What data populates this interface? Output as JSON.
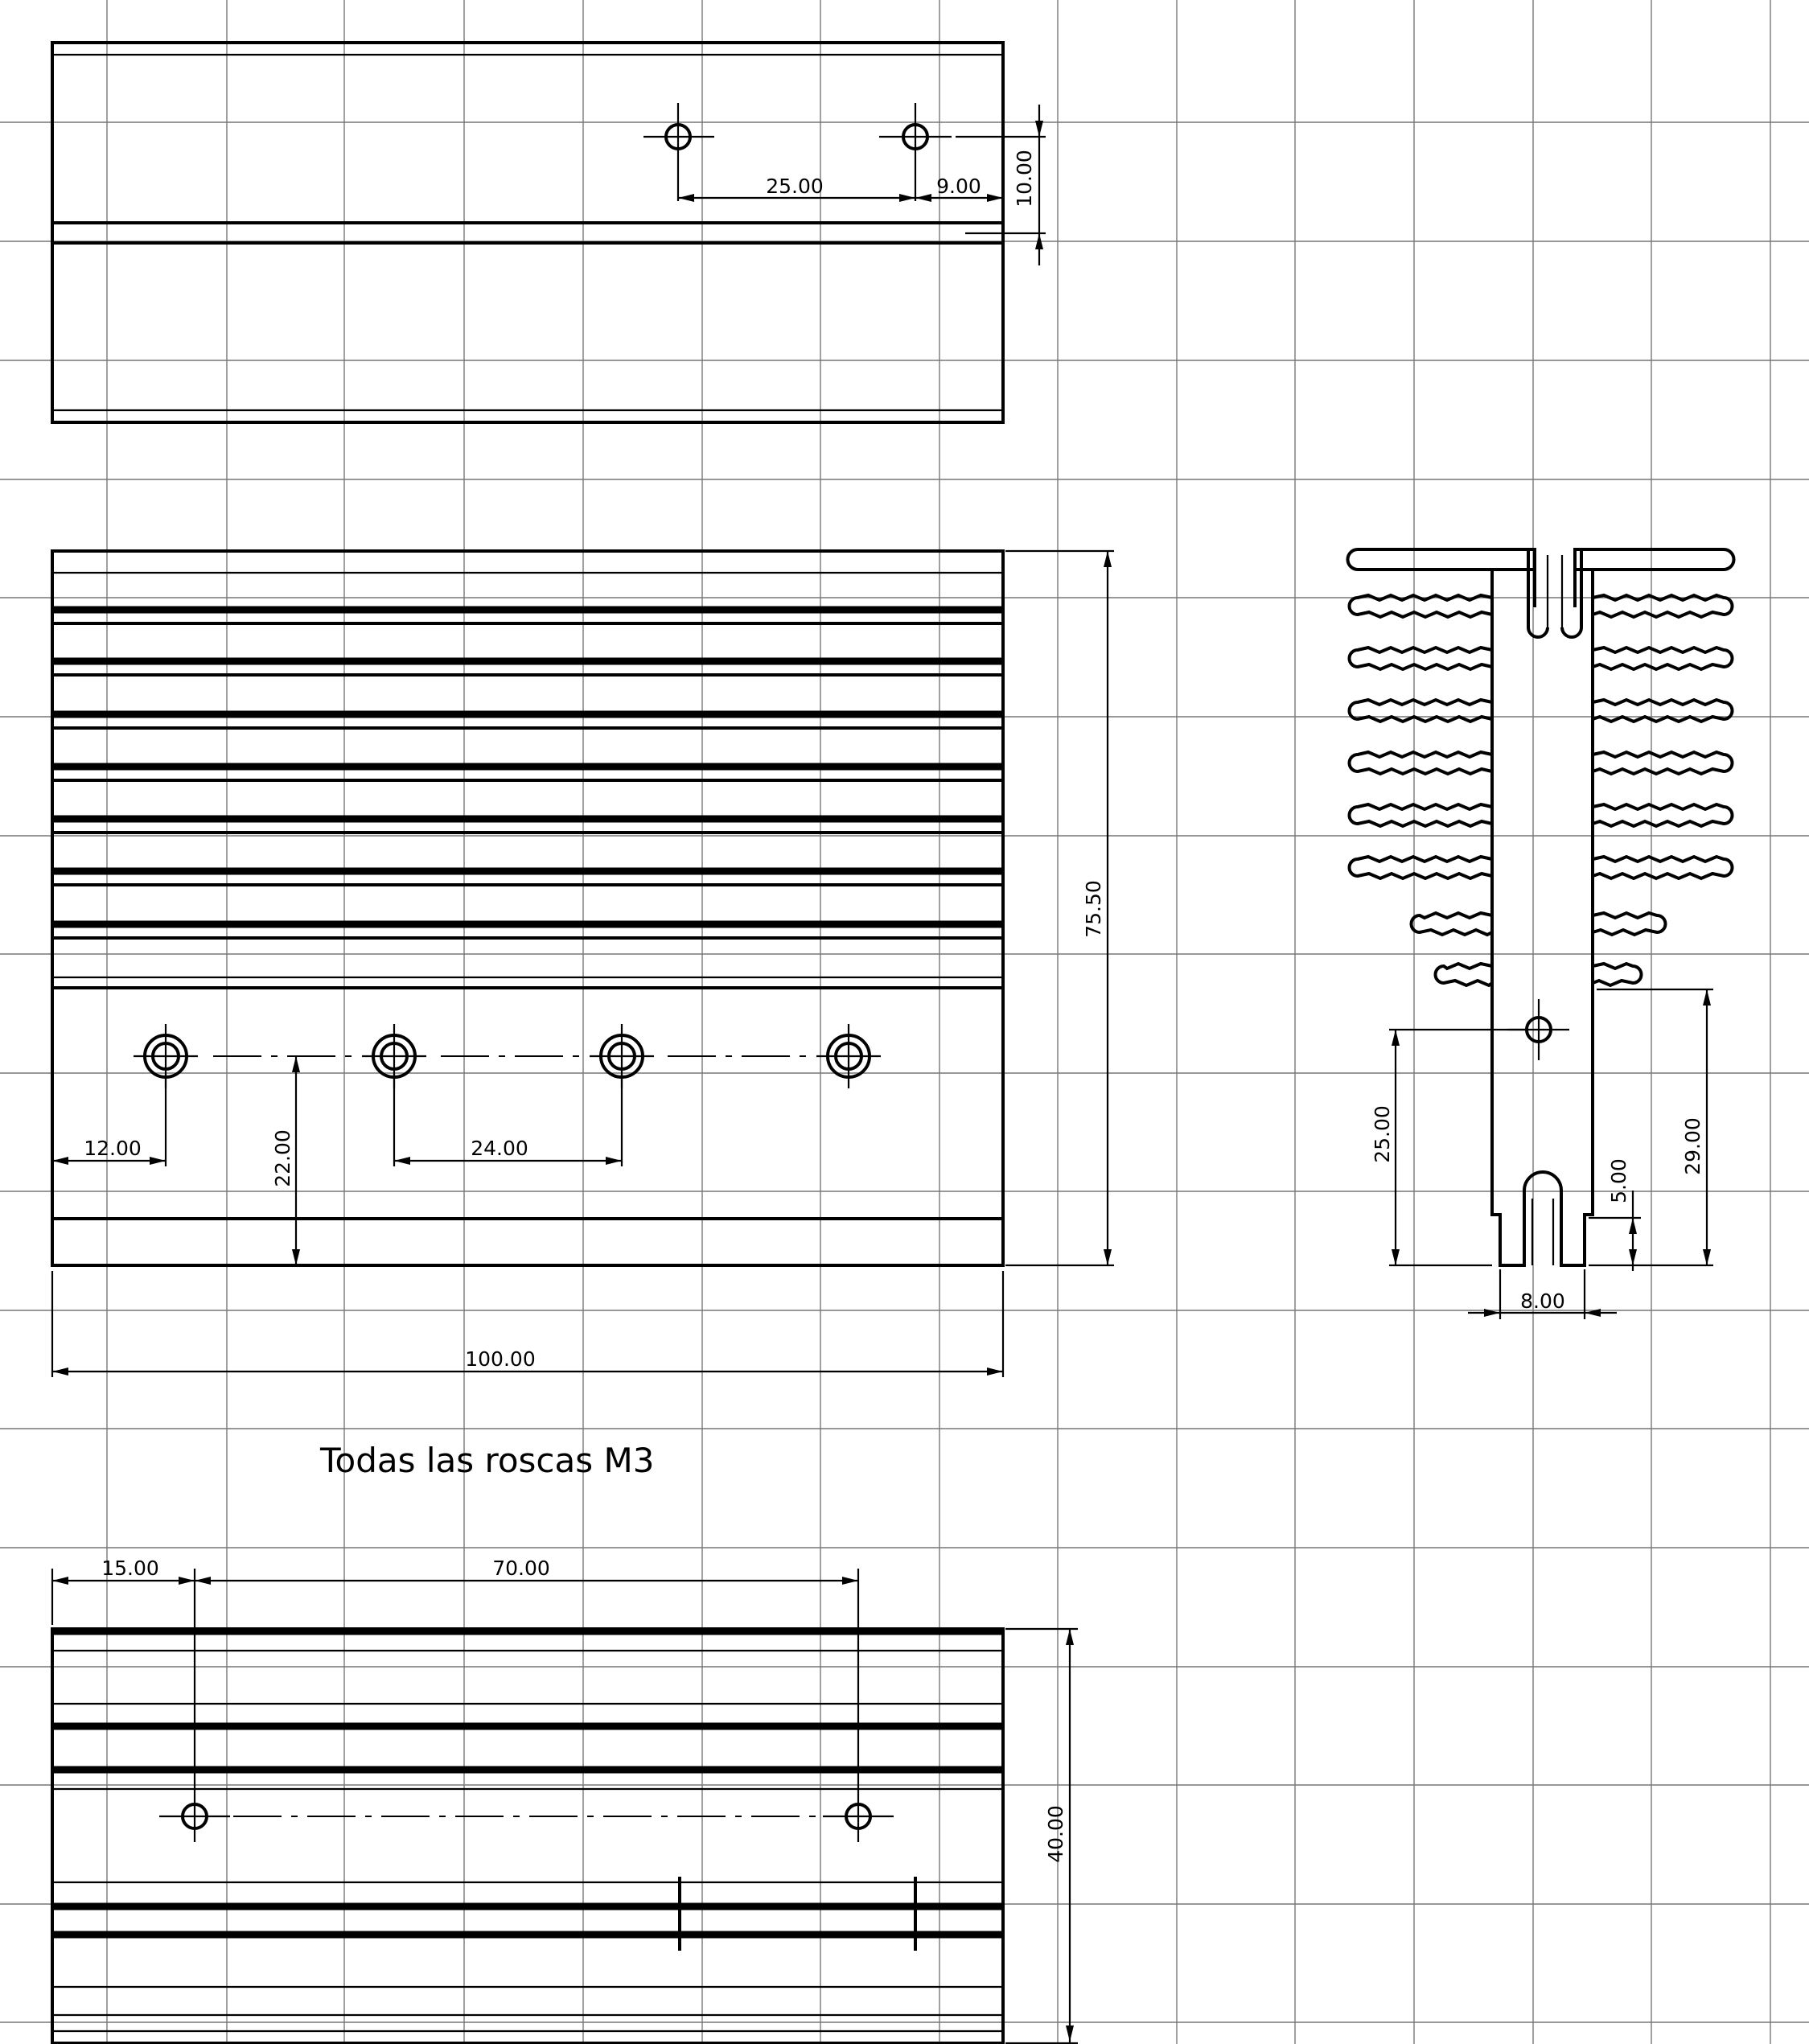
{
  "note": "Todas las roscas M3",
  "dimensions": {
    "top_view": {
      "hole_spacing": "25.00",
      "hole_to_edge": "9.00",
      "hole_offset": "10.00"
    },
    "front_view": {
      "height": "75.50",
      "width": "100.00",
      "first_hole": "12.00",
      "hole_height": "22.00",
      "hole_spacing": "24.00"
    },
    "side_profile": {
      "hole_height": "25.00",
      "base_height": "29.00",
      "slot_depth": "5.00",
      "slot_width": "8.00"
    },
    "bottom_view": {
      "hole_edge": "15.00",
      "hole_spacing": "70.00",
      "depth": "40.00"
    }
  },
  "colors": {
    "line": "#000000",
    "grid": "#777777",
    "background": "#ffffff"
  }
}
